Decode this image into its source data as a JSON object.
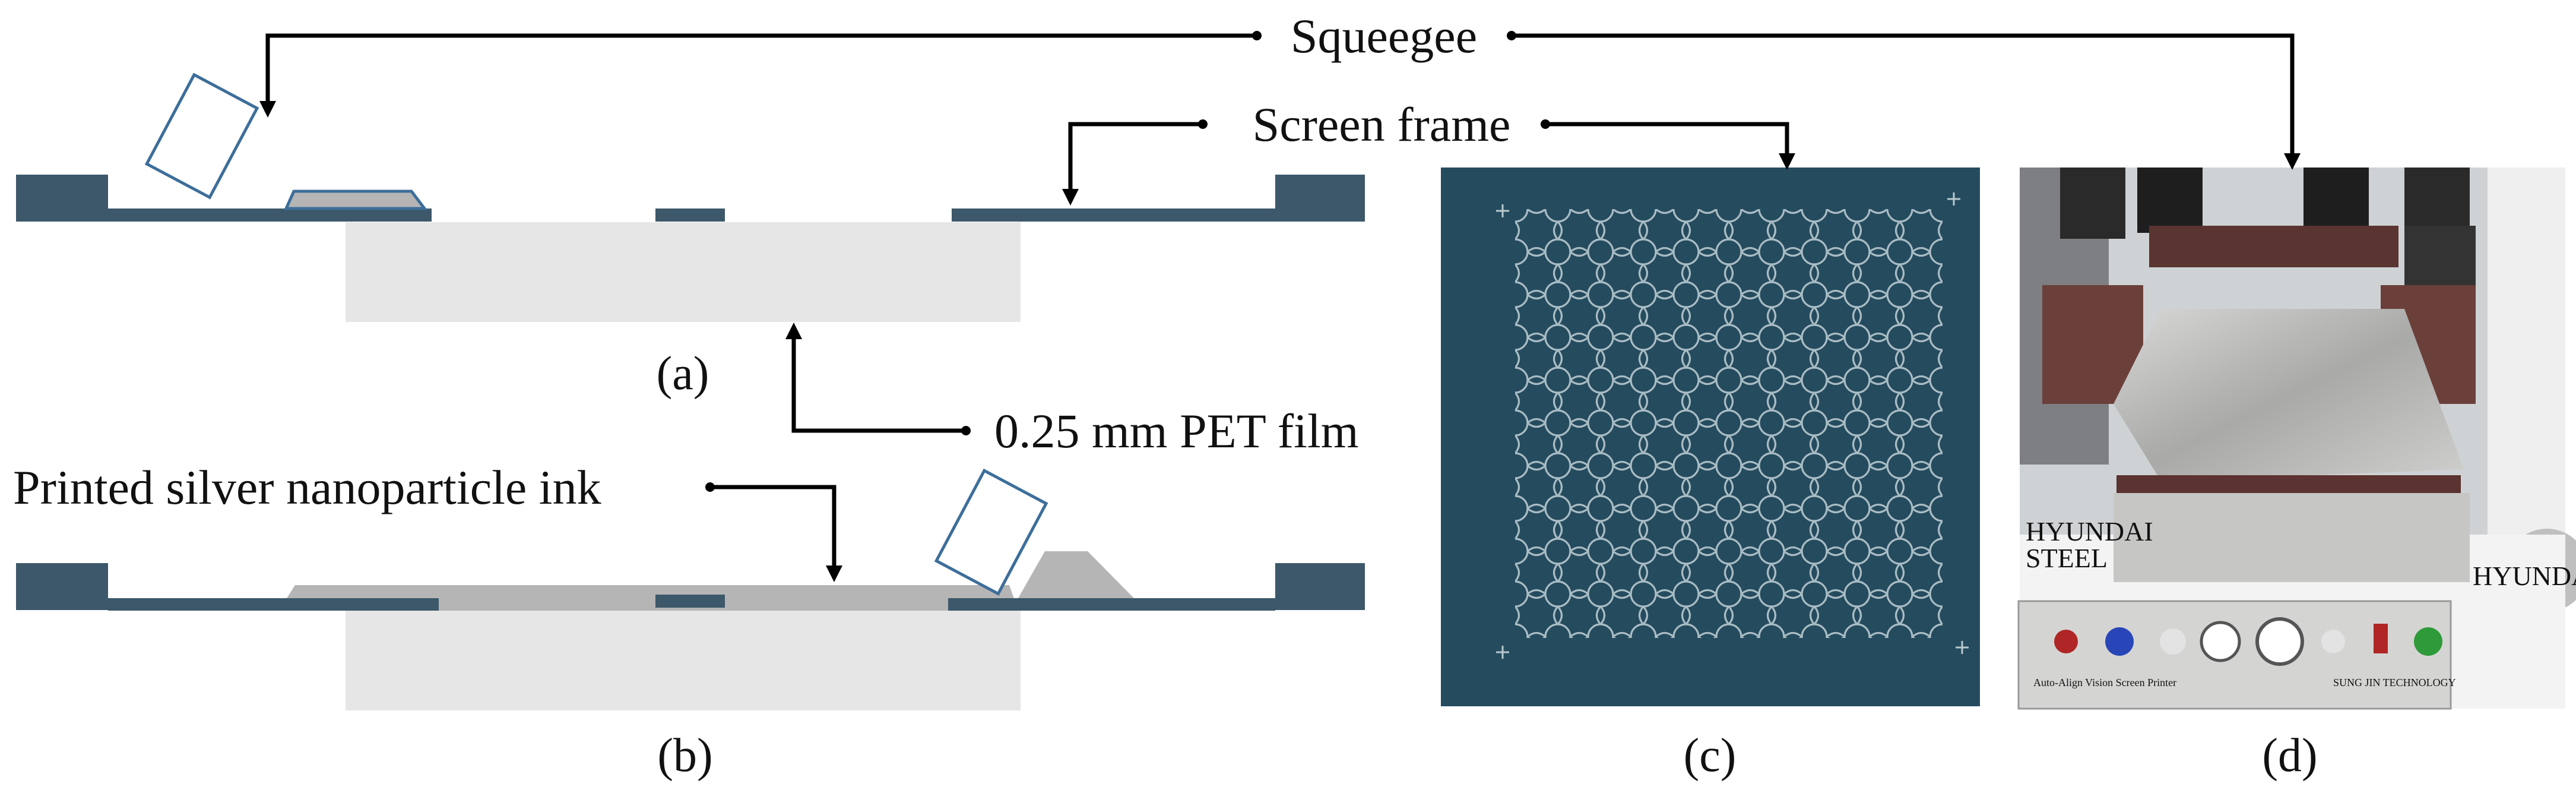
{
  "labels": {
    "squeegee": "Squeegee",
    "screen_frame": "Screen frame",
    "pet_film": "0.25 mm PET film",
    "ink": "Printed silver nanoparticle ink"
  },
  "captions": {
    "a": "(a)",
    "b": "(b)",
    "c": "(c)",
    "d": "(d)"
  },
  "photo_d": {
    "brand_text_1": "HYUNDAI",
    "brand_text_2": "STEEL",
    "panel_text_1": "Auto-Align Vision Screen Printer",
    "panel_text_2": "SUNG JIN TECHNOLOGY"
  },
  "colors": {
    "frame": "#3c586a",
    "squeegee_stroke": "#3d6e9a",
    "ink": "#b5b5b5",
    "film": "#e6e6e6",
    "screen_bg": "#254b5e",
    "pattern": "#a9bcc4"
  }
}
